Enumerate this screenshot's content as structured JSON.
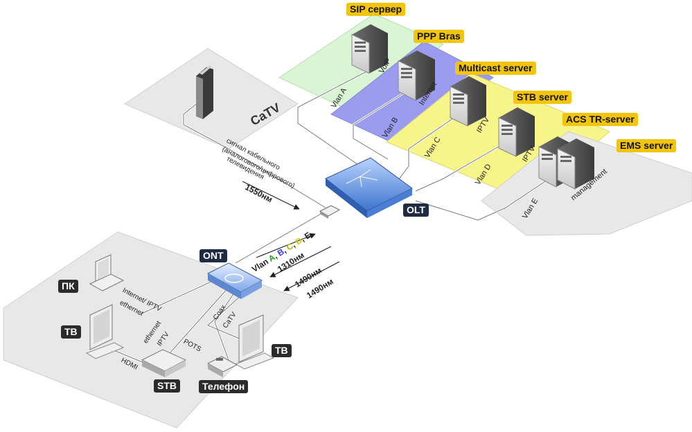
{
  "servers": {
    "sip": "SIP сервер",
    "ppp": "PPP Bras",
    "multicast": "Multicast server",
    "stb_server": "STB server",
    "acs": "ACS TR-server",
    "ems": "EMS server"
  },
  "vlans": {
    "a": "Vlan A",
    "b": "Vlan B",
    "c": "Vlan C",
    "d": "Vlan D",
    "e": "Vlan E"
  },
  "services": {
    "voip": "VoIP",
    "internet": "Internet",
    "iptv_c": "IPTV",
    "iptv_d": "IPTV",
    "management": "management"
  },
  "catv": {
    "zone_label": "CaTV",
    "signal_line1": "сигнал кабельного",
    "signal_line2": "(аналогового/цифрового)",
    "signal_line3": "телевидения",
    "wavelength": "1550нм"
  },
  "olt": {
    "label": "OLT"
  },
  "ont": {
    "label": "ONT"
  },
  "links": {
    "vlan_prefix": "Vlan ",
    "vlan_a": "A",
    "vlan_b": "B",
    "vlan_c": "C",
    "vlan_d": "D",
    "vlan_e": "E",
    "up": "1310нм",
    "down1": "1490нм",
    "down2": "1490нм"
  },
  "home": {
    "pc": "ПК",
    "tv1": "ТВ",
    "tv2": "ТВ",
    "stb": "STB",
    "phone": "Телефон",
    "conn_internet": "Internet/ IPTV",
    "conn_ethernet1": "ethernet",
    "conn_ethernet2": "ethernet",
    "conn_iptv": "IPTV",
    "conn_pots": "POTS",
    "conn_coax": "Coax",
    "conn_catv": "CaTV",
    "conn_hdmi": "HDMI"
  },
  "colors": {
    "zone_green": "#d9f5d3",
    "zone_blue": "#9b9cf0",
    "zone_yellow": "#f7f58a",
    "zone_gray": "#e8e8e8",
    "label_yellow": "#f2c40b",
    "label_dark": "#2b2b2b",
    "olt_blue": "#5a90e0",
    "vlan_a": "#1fa31f",
    "vlan_b": "#3a3ae0",
    "vlan_c": "#b8a800",
    "vlan_d": "#d4c800",
    "vlan_e": "#222222"
  }
}
